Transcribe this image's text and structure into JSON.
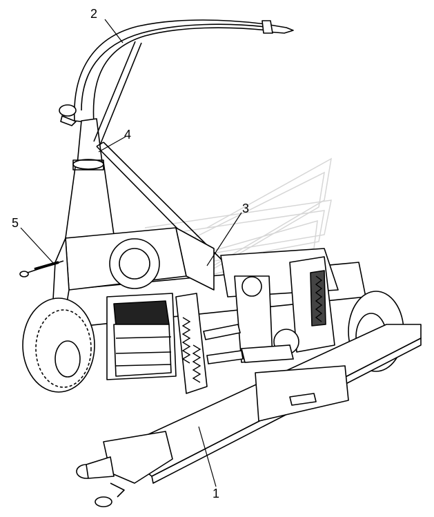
{
  "diagram": {
    "labels": [
      {
        "id": "1",
        "text": "1"
      },
      {
        "id": "2",
        "text": "2"
      },
      {
        "id": "3",
        "text": "3"
      },
      {
        "id": "4",
        "text": "4"
      },
      {
        "id": "5",
        "text": "5"
      }
    ],
    "colors": {
      "ink": "#000000",
      "paper": "#ffffff",
      "watermark": "#d6d6d6"
    }
  }
}
